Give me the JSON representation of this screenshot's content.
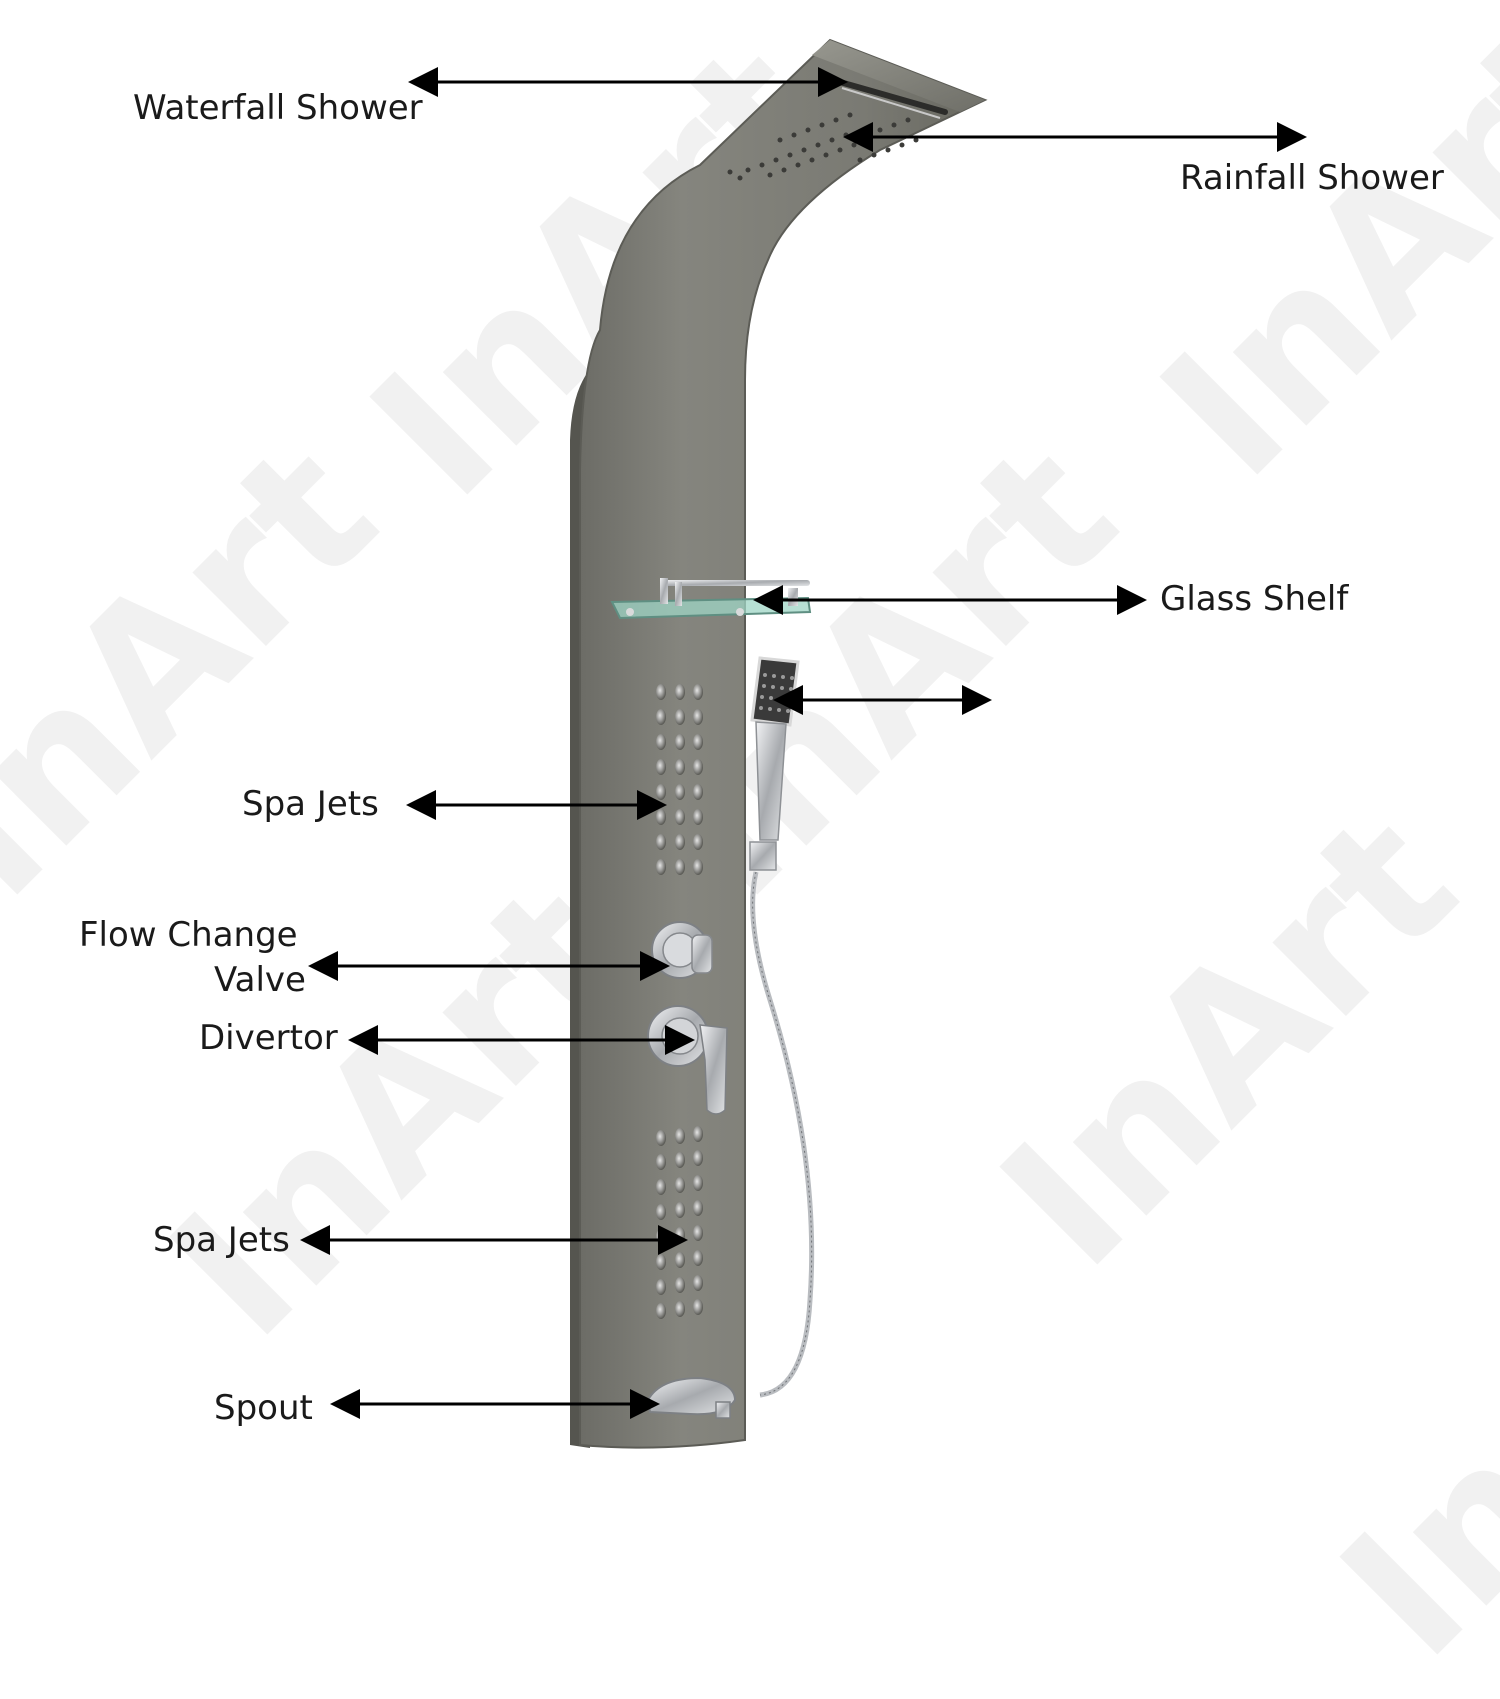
{
  "watermark": "InArt",
  "labels": {
    "waterfall_shower": "Waterfall Shower",
    "rainfall_shower": "Rainfall Shower",
    "glass_shelf": "Glass Shelf",
    "spa_jets_upper": "Spa Jets",
    "flow_change_valve_line1": "Flow Change",
    "flow_change_valve_line2": "Valve",
    "divertor": "Divertor",
    "spa_jets_lower": "Spa Jets",
    "spout": "Spout"
  },
  "colors": {
    "panel": "#7b7b74",
    "arrow": "#000000",
    "text": "#1a1a1a",
    "chrome": "#c8cacc"
  }
}
